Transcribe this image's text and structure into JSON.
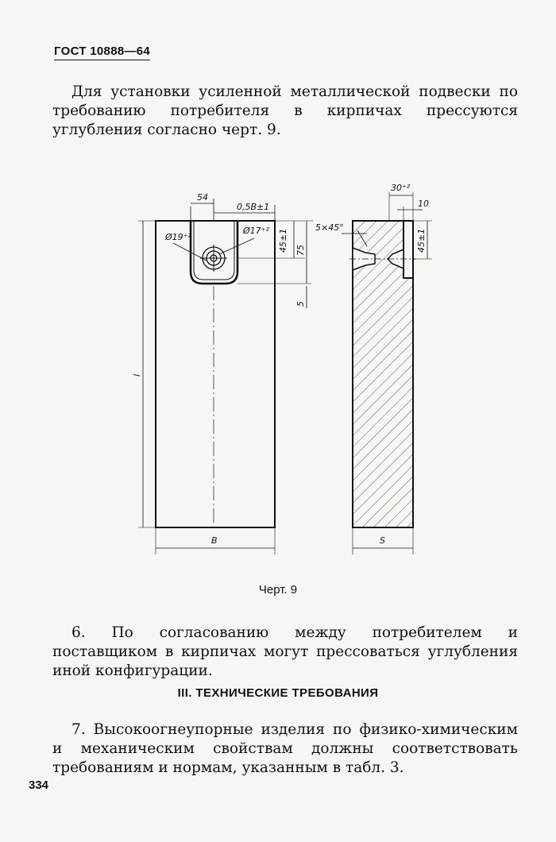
{
  "header": {
    "doc_code": "ГОСТ 10888—64"
  },
  "paragraphs": {
    "p1": "Для установки усиленной металлической подвески по требованию потребителя в кирпичах прессуются углубления согласно черт. 9.",
    "p6": "6. По согласованию между потребителем и поставщиком в кирпичах могут прессоваться углубления иной конфигурации.",
    "p7": "7. Высокоогнеупорные изделия по физико-химическим и механическим свойствам должны соответствовать требованиям и нормам, указанным в табл. 3."
  },
  "figure": {
    "caption": "Черт. 9",
    "labels": {
      "dim_54": "54",
      "dim_05b": "0,5B±1",
      "dim_d19": "Ø19⁺²",
      "dim_d17": "Ø17⁺²",
      "dim_45a": "45±1",
      "dim_75": "75",
      "dim_5": "5",
      "dim_l": "l",
      "dim_b": "B",
      "dim_30": "30⁺²",
      "dim_10": "10",
      "dim_chamfer": "5×45°",
      "dim_45b": "45±1",
      "dim_s": "S"
    }
  },
  "section": {
    "title": "III. ТЕХНИЧЕСКИЕ ТРЕБОВАНИЯ"
  },
  "footer": {
    "page_number": "334"
  }
}
